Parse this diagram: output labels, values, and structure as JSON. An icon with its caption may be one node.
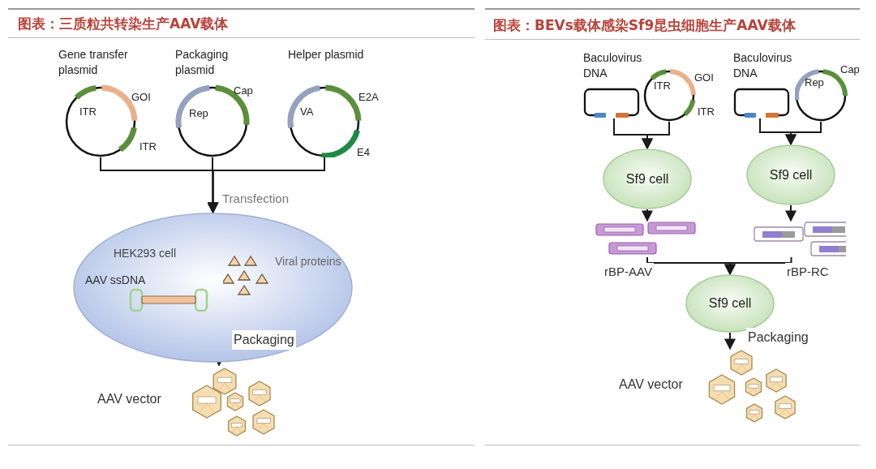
{
  "diagram": {
    "title": "图表：三质粒共转染生产AAV载体",
    "nodes": [
      {
        "text": [
          "Gene transfer plasmid",
          "ITR",
          "GOI",
          "ITR"
        ]
      },
      {
        "text": [
          "Packaging plasmid",
          "Rep",
          "Cap"
        ]
      },
      {
        "text": [
          "Helper plasmid",
          "VA",
          "E2A",
          "E4"
        ]
      },
      {
        "text": [
          "HEK293 cell"
        ]
      },
      {
        "text": [
          "AAV ssDNA"
        ],
        "in": 3
      },
      {
        "text": [
          "Viral proteins"
        ],
        "in": 3
      },
      {
        "text": [
          "AAV vector"
        ]
      },
      {
        "text": [
          "Baculovirus DNA"
        ]
      },
      {
        "text": [
          "ITR",
          "GOI",
          "ITR"
        ]
      },
      {
        "text": [
          "Baculovirus DNA"
        ]
      },
      {
        "text": [
          "Rep",
          "Cap"
        ]
      },
      {
        "text": [
          "Sf9 cell"
        ]
      },
      {
        "text": [
          "Sf9 cell"
        ]
      },
      {
        "text": [],
        "shape": "picture",
        "beside": [
          "rBP-AAV"
        ]
      },
      {
        "text": [],
        "shape": "picture",
        "beside": [
          "rBP-RC"
        ]
      },
      {
        "text": [
          "Sf9 cell"
        ]
      },
      {
        "text": [
          "AAV vector"
        ]
      }
    ],
    "edges": [
      {
        "from": 0,
        "to": 3,
        "arrow": "to"
      },
      {
        "from": 1,
        "to": 3,
        "arrow": "to",
        "label": "Transfection"
      },
      {
        "from": 2,
        "to": 3,
        "arrow": "to"
      },
      {
        "from": 4,
        "to": 6,
        "arrow": "to"
      },
      {
        "from": 5,
        "to": 6,
        "arrow": "to",
        "label": "Packaging"
      },
      {
        "from": 7,
        "to": 11,
        "arrow": "to"
      },
      {
        "from": 8,
        "to": 11,
        "arrow": "to"
      },
      {
        "from": 9,
        "to": 12,
        "arrow": "to"
      },
      {
        "from": 10,
        "to": 12,
        "arrow": "to"
      },
      {
        "from": 11,
        "to": 13,
        "arrow": "to"
      },
      {
        "from": 12,
        "to": 14,
        "arrow": "to"
      },
      {
        "from": 13,
        "to": 15,
        "arrow": "to"
      },
      {
        "from": 14,
        "to": 15,
        "arrow": "to"
      },
      {
        "from": 15,
        "to": 16,
        "arrow": "to",
        "label": "Packaging"
      }
    ],
    "labels": [
      "图表：BEVs载体感染Sf9昆虫细胞生产AAV载体"
    ]
  }
}
